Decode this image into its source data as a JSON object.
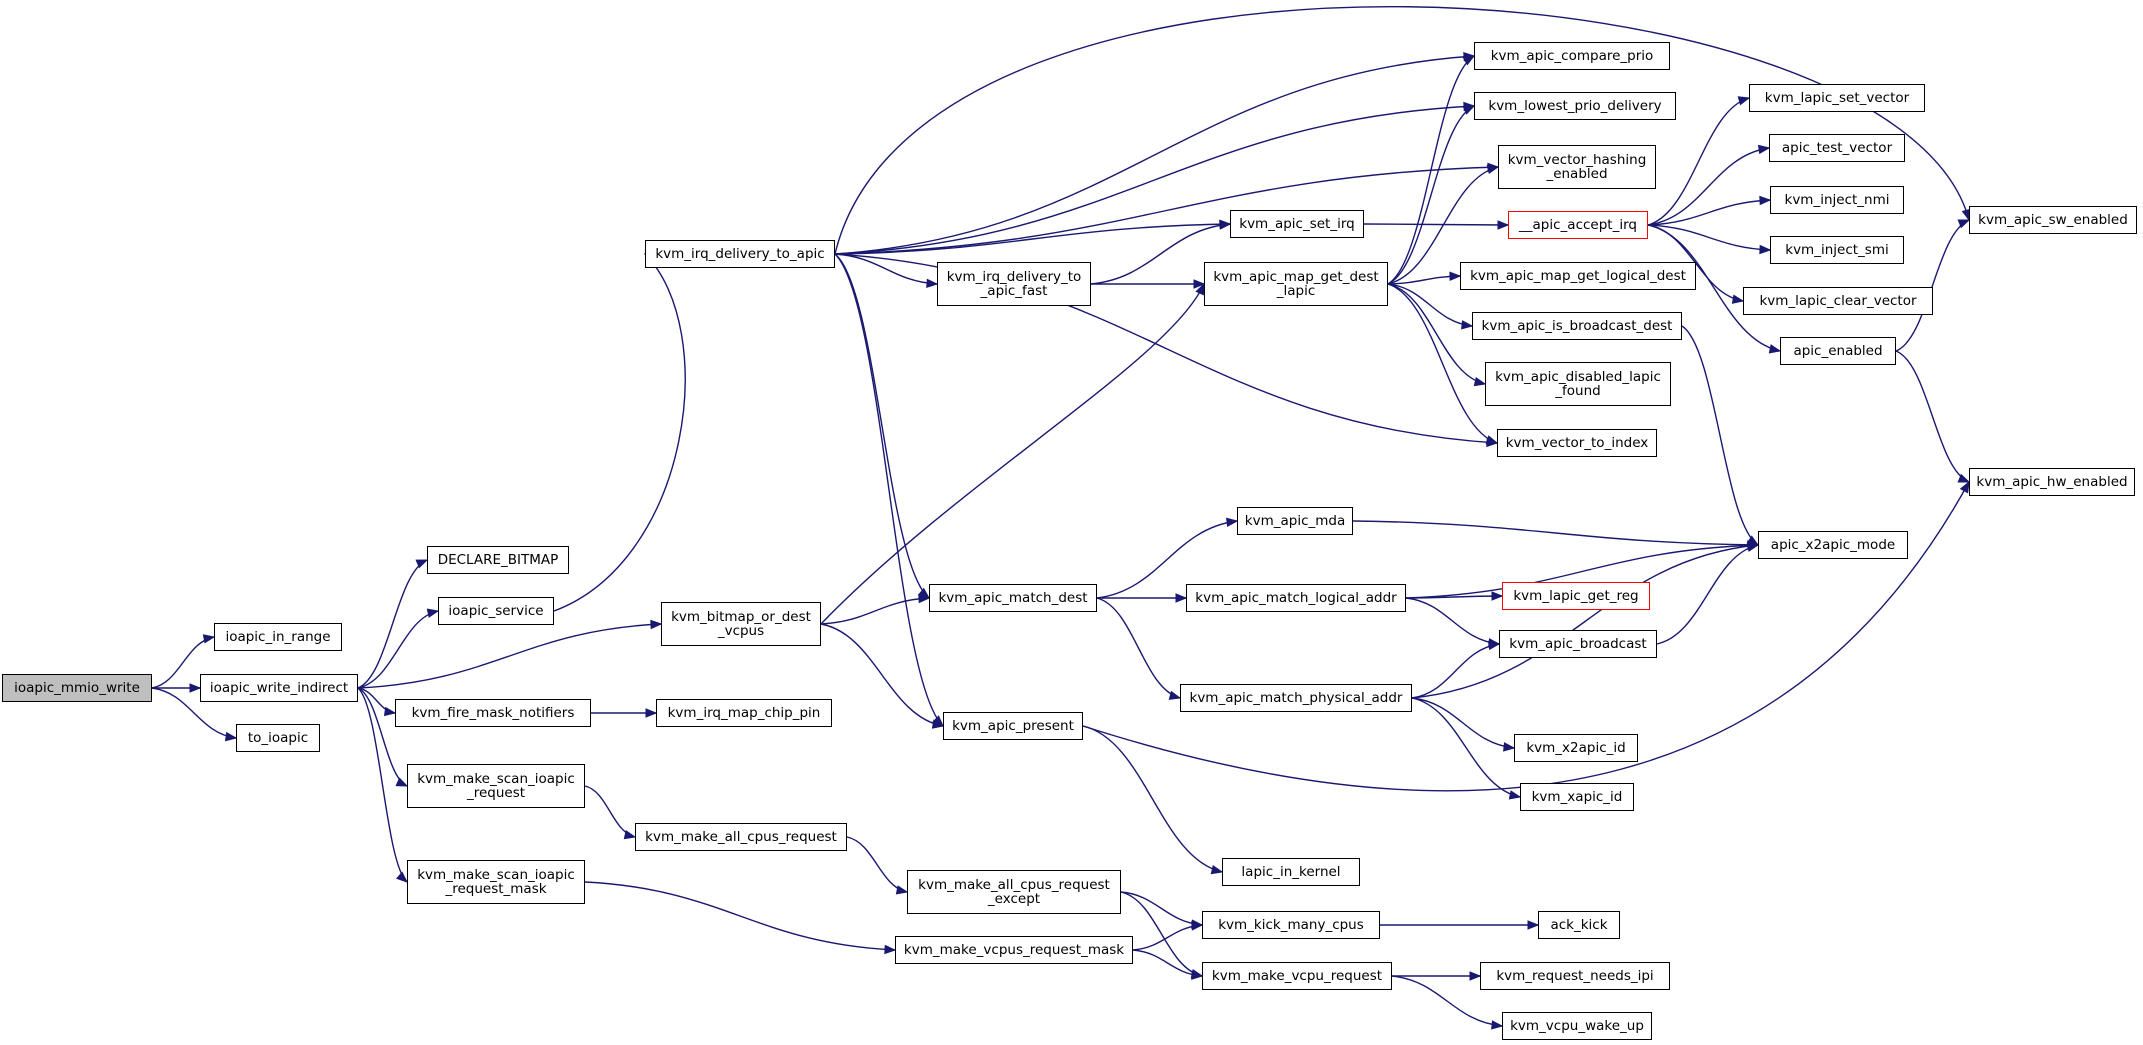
{
  "diagram": {
    "type": "call-graph",
    "colors": {
      "edge": "#191970",
      "root_fill": "#bfbfbf",
      "border": "#000000",
      "incomplete_border": "#ff0000"
    },
    "nodes": [
      {
        "id": "mmio",
        "label": "ioapic_mmio_write"
      },
      {
        "id": "in_range",
        "label": "ioapic_in_range"
      },
      {
        "id": "wi",
        "label": "ioapic_write_indirect"
      },
      {
        "id": "to_ioapic",
        "label": "to_ioapic"
      },
      {
        "id": "declare_bitmap",
        "label": "DECLARE_BITMAP"
      },
      {
        "id": "service",
        "label": "ioapic_service"
      },
      {
        "id": "fire_mask",
        "label": "kvm_fire_mask_notifiers"
      },
      {
        "id": "scan_req",
        "label": "kvm_make_scan_ioapic\n_request"
      },
      {
        "id": "scan_req_mask",
        "label": "kvm_make_scan_ioapic\n_request_mask"
      },
      {
        "id": "chip_pin",
        "label": "kvm_irq_map_chip_pin"
      },
      {
        "id": "all_cpus",
        "label": "kvm_make_all_cpus_request"
      },
      {
        "id": "all_cpus_except",
        "label": "kvm_make_all_cpus_request\n_except"
      },
      {
        "id": "vcpus_mask",
        "label": "kvm_make_vcpus_request_mask"
      },
      {
        "id": "bitmap",
        "label": "kvm_bitmap_or_dest\n_vcpus"
      },
      {
        "id": "delivery",
        "label": "kvm_irq_delivery_to_apic"
      },
      {
        "id": "delivery_fast",
        "label": "kvm_irq_delivery_to\n_apic_fast"
      },
      {
        "id": "match_dest",
        "label": "kvm_apic_match_dest"
      },
      {
        "id": "present",
        "label": "kvm_apic_present"
      },
      {
        "id": "set_irq",
        "label": "kvm_apic_set_irq"
      },
      {
        "id": "map_get",
        "label": "kvm_apic_map_get_dest\n_lapic"
      },
      {
        "id": "mda",
        "label": "kvm_apic_mda"
      },
      {
        "id": "logical",
        "label": "kvm_apic_match_logical_addr"
      },
      {
        "id": "physical",
        "label": "kvm_apic_match_physical_addr"
      },
      {
        "id": "in_kernel",
        "label": "lapic_in_kernel"
      },
      {
        "id": "kick_many",
        "label": "kvm_kick_many_cpus"
      },
      {
        "id": "vcpu_req",
        "label": "kvm_make_vcpu_request"
      },
      {
        "id": "compare_prio",
        "label": "kvm_apic_compare_prio"
      },
      {
        "id": "lowest_prio",
        "label": "kvm_lowest_prio_delivery"
      },
      {
        "id": "vh_enabled",
        "label": "kvm_vector_hashing\n_enabled"
      },
      {
        "id": "accept_irq",
        "label": "__apic_accept_irq",
        "incomplete": true
      },
      {
        "id": "get_logical_dest",
        "label": "kvm_apic_map_get_logical_dest"
      },
      {
        "id": "is_broadcast",
        "label": "kvm_apic_is_broadcast_dest"
      },
      {
        "id": "disabled_lapic",
        "label": "kvm_apic_disabled_lapic\n_found"
      },
      {
        "id": "vec_to_index",
        "label": "kvm_vector_to_index"
      },
      {
        "id": "x2apic_mode",
        "label": "apic_x2apic_mode"
      },
      {
        "id": "get_reg",
        "label": "kvm_lapic_get_reg",
        "incomplete": true
      },
      {
        "id": "broadcast",
        "label": "kvm_apic_broadcast"
      },
      {
        "id": "x2apic_id",
        "label": "kvm_x2apic_id"
      },
      {
        "id": "xapic_id",
        "label": "kvm_xapic_id"
      },
      {
        "id": "ack_kick",
        "label": "ack_kick"
      },
      {
        "id": "needs_ipi",
        "label": "kvm_request_needs_ipi"
      },
      {
        "id": "wake_up",
        "label": "kvm_vcpu_wake_up"
      },
      {
        "id": "set_vector",
        "label": "kvm_lapic_set_vector"
      },
      {
        "id": "test_vector",
        "label": "apic_test_vector"
      },
      {
        "id": "inject_nmi",
        "label": "kvm_inject_nmi"
      },
      {
        "id": "inject_smi",
        "label": "kvm_inject_smi"
      },
      {
        "id": "clear_vector",
        "label": "kvm_lapic_clear_vector"
      },
      {
        "id": "apic_enabled",
        "label": "apic_enabled"
      },
      {
        "id": "sw_enabled",
        "label": "kvm_apic_sw_enabled"
      },
      {
        "id": "hw_enabled",
        "label": "kvm_apic_hw_enabled"
      }
    ],
    "edges": [
      [
        "mmio",
        "in_range"
      ],
      [
        "mmio",
        "wi"
      ],
      [
        "mmio",
        "to_ioapic"
      ],
      [
        "wi",
        "declare_bitmap"
      ],
      [
        "wi",
        "service"
      ],
      [
        "wi",
        "bitmap"
      ],
      [
        "wi",
        "fire_mask"
      ],
      [
        "wi",
        "scan_req"
      ],
      [
        "wi",
        "scan_req_mask"
      ],
      [
        "service",
        "delivery"
      ],
      [
        "fire_mask",
        "chip_pin"
      ],
      [
        "scan_req",
        "all_cpus"
      ],
      [
        "all_cpus",
        "all_cpus_except"
      ],
      [
        "scan_req_mask",
        "vcpus_mask"
      ],
      [
        "all_cpus_except",
        "kick_many"
      ],
      [
        "all_cpus_except",
        "vcpu_req"
      ],
      [
        "vcpus_mask",
        "kick_many"
      ],
      [
        "vcpus_mask",
        "vcpu_req"
      ],
      [
        "kick_many",
        "ack_kick"
      ],
      [
        "vcpu_req",
        "needs_ipi"
      ],
      [
        "vcpu_req",
        "wake_up"
      ],
      [
        "bitmap",
        "map_get"
      ],
      [
        "bitmap",
        "match_dest"
      ],
      [
        "bitmap",
        "present"
      ],
      [
        "delivery",
        "sw_enabled"
      ],
      [
        "delivery",
        "compare_prio"
      ],
      [
        "delivery",
        "lowest_prio"
      ],
      [
        "delivery",
        "vh_enabled"
      ],
      [
        "delivery",
        "set_irq"
      ],
      [
        "delivery",
        "delivery_fast"
      ],
      [
        "delivery",
        "vec_to_index"
      ],
      [
        "delivery",
        "match_dest"
      ],
      [
        "delivery",
        "present"
      ],
      [
        "delivery_fast",
        "set_irq"
      ],
      [
        "delivery_fast",
        "map_get"
      ],
      [
        "set_irq",
        "accept_irq"
      ],
      [
        "map_get",
        "compare_prio"
      ],
      [
        "map_get",
        "lowest_prio"
      ],
      [
        "map_get",
        "vh_enabled"
      ],
      [
        "map_get",
        "get_logical_dest"
      ],
      [
        "map_get",
        "is_broadcast"
      ],
      [
        "map_get",
        "disabled_lapic"
      ],
      [
        "map_get",
        "vec_to_index"
      ],
      [
        "match_dest",
        "mda"
      ],
      [
        "match_dest",
        "logical"
      ],
      [
        "match_dest",
        "physical"
      ],
      [
        "mda",
        "x2apic_mode"
      ],
      [
        "logical",
        "x2apic_mode"
      ],
      [
        "logical",
        "get_reg"
      ],
      [
        "logical",
        "broadcast"
      ],
      [
        "physical",
        "broadcast"
      ],
      [
        "physical",
        "x2apic_mode"
      ],
      [
        "physical",
        "x2apic_id"
      ],
      [
        "physical",
        "xapic_id"
      ],
      [
        "broadcast",
        "x2apic_mode"
      ],
      [
        "is_broadcast",
        "x2apic_mode"
      ],
      [
        "present",
        "in_kernel"
      ],
      [
        "present",
        "hw_enabled"
      ],
      [
        "accept_irq",
        "set_vector"
      ],
      [
        "accept_irq",
        "test_vector"
      ],
      [
        "accept_irq",
        "inject_nmi"
      ],
      [
        "accept_irq",
        "inject_smi"
      ],
      [
        "accept_irq",
        "clear_vector"
      ],
      [
        "accept_irq",
        "apic_enabled"
      ],
      [
        "apic_enabled",
        "sw_enabled"
      ],
      [
        "apic_enabled",
        "hw_enabled"
      ]
    ]
  }
}
